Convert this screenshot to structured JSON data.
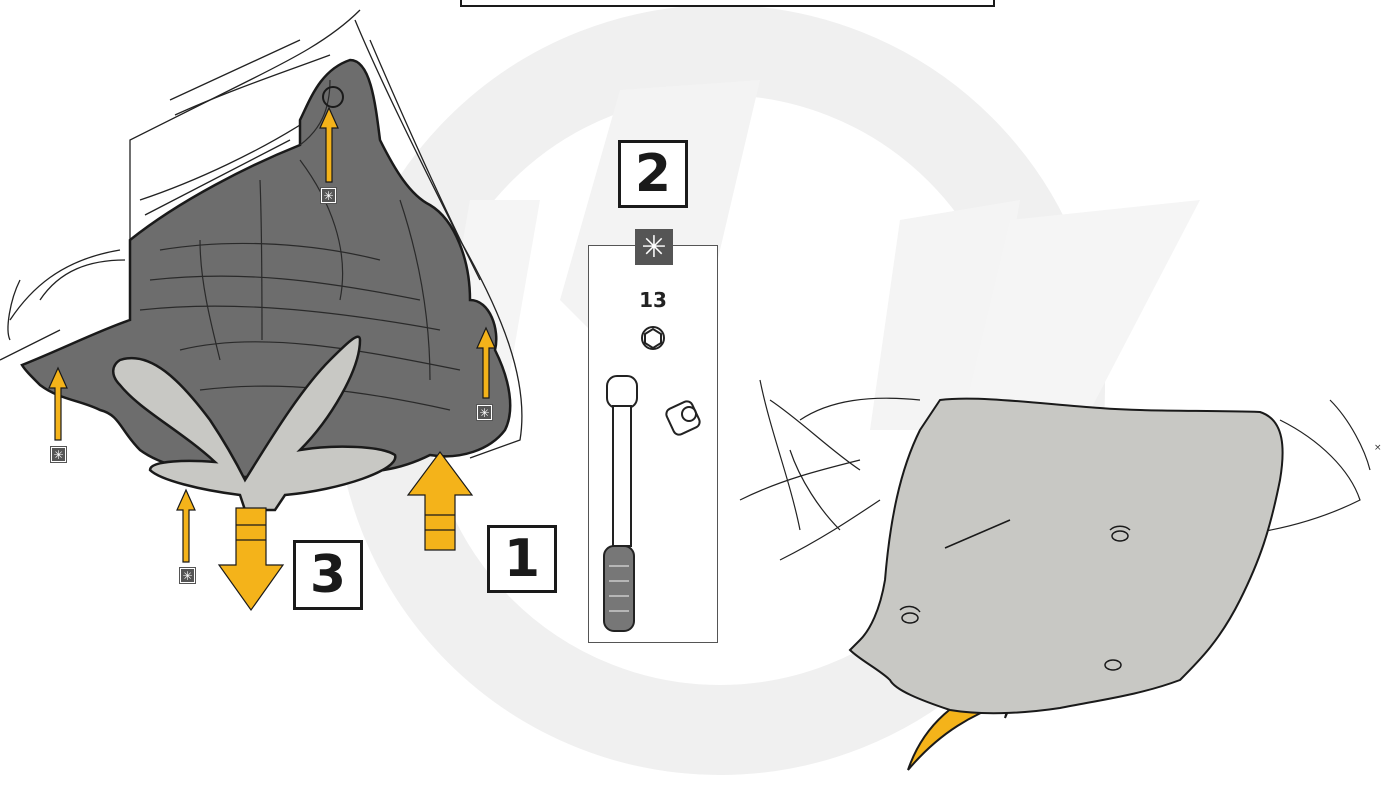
{
  "steps": {
    "step1": "1",
    "step2": "2",
    "step3": "3"
  },
  "tool": {
    "marker_symbol": "✳",
    "socket_size": "13"
  },
  "marker": {
    "symbol": "✳"
  },
  "close": "×",
  "colors": {
    "arrow": "#f4b31a",
    "cover_dark": "#6d6d6d",
    "cover_light": "#c8c8c4",
    "outline": "#1a1a1a"
  }
}
